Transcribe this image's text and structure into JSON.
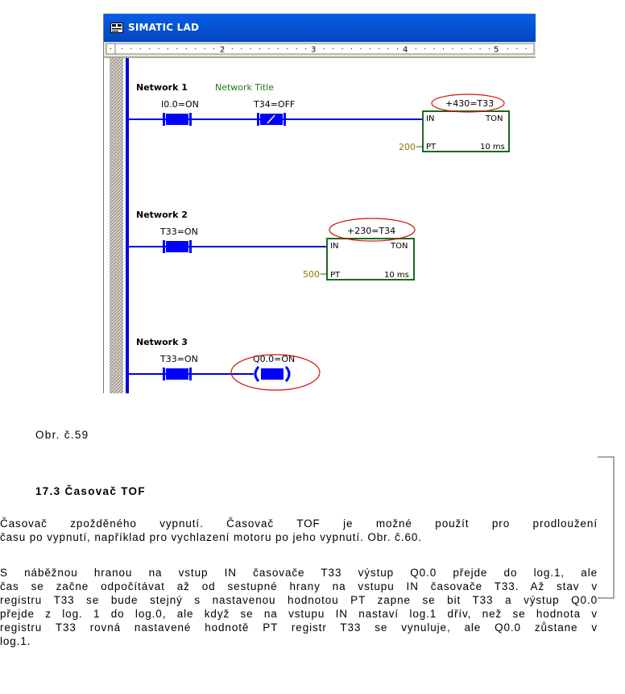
{
  "window": {
    "title": "SIMATIC LAD",
    "ruler_marks": [
      "2",
      "3",
      "4",
      "5"
    ]
  },
  "networks": [
    {
      "label": "Network 1",
      "comment": "Network Title",
      "contacts": [
        {
          "label": "I0.0=ON",
          "type": "NO"
        },
        {
          "label": "T34=OFF",
          "type": "NC"
        }
      ],
      "timer": {
        "value": "+430=T33",
        "in": "IN",
        "type": "TON",
        "preset": "200",
        "pt": "PT",
        "base": "10 ms"
      }
    },
    {
      "label": "Network 2",
      "contacts": [
        {
          "label": "T33=ON",
          "type": "NO"
        }
      ],
      "timer": {
        "value": "+230=T34",
        "in": "IN",
        "type": "TON",
        "preset": "500",
        "pt": "PT",
        "base": "10 ms"
      }
    },
    {
      "label": "Network 3",
      "contacts": [
        {
          "label": "T33=ON",
          "type": "NO"
        }
      ],
      "coil": {
        "label": "Q0.0=ON"
      }
    }
  ],
  "colors": {
    "rail": "#0000e0",
    "contact": "#0000ff",
    "timer_box": "#1b6b1b",
    "highlight": "#d01010"
  },
  "caption": "Obr. č.59",
  "section": {
    "heading": "17.3 Časovač TOF",
    "paragraph1": [
      "     Časovač zpožděného vypnutí. Časovač TOF je možné použít pro prodloužení",
      "času po vypnutí, například pro vychlazení motoru po jeho vypnutí. Obr. č.60."
    ],
    "paragraph2": [
      "     S náběžnou hranou na vstup IN časovače T33 výstup Q0.0 přejde do log.1, ale",
      "čas se začne odpočítávat až od sestupné hrany na vstupu IN časovače T33. Až stav v",
      "registru T33 se bude stejný s nastavenou hodnotou PT zapne se bit T33 a výstup Q0.0",
      "přejde z log. 1 do log.0, ale když se na vstupu IN nastaví log.1 dřív,  než se hodnota v",
      "registru T33 rovná nastavené hodnotě PT  registr T33 se vynuluje, ale Q0.0 zůstane v",
      "log.1."
    ]
  }
}
